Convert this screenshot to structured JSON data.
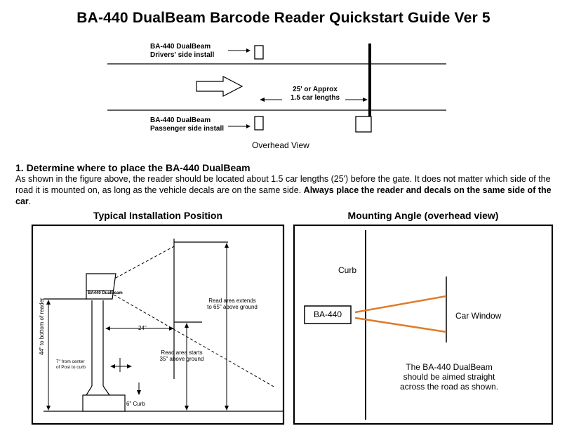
{
  "title": "BA-440 DualBeam Barcode Reader Quickstart Guide Ver 5",
  "overhead": {
    "driver_label_line1": "BA-440 DualBeam",
    "driver_label_line2": "Drivers' side install",
    "passenger_label_line1": "BA-440 DualBeam",
    "passenger_label_line2": "Passenger side install",
    "distance_line1": "25' or Approx",
    "distance_line2": "1.5 car lengths",
    "caption": "Overhead View"
  },
  "section1": {
    "heading": "1.  Determine where to place the BA-440 DualBeam",
    "text_plain": "As shown in the figure above, the reader should be located about 1.5 car lengths (25') before the gate. It does not matter which side of the road it is mounted on, as long as the vehicle decals are on the same side. ",
    "text_bold": "Always place the reader and decals on the same side of the car",
    "text_end": "."
  },
  "install_panel": {
    "title": "Typical Installation Position",
    "reader_label": "BA440 DualBeam",
    "height_label": "44\" to bottom of reader",
    "offset_label_1": "7\" from center",
    "offset_label_2": "of Post to curb",
    "distance_label": "24\"",
    "curb_label": "6\" Curb",
    "read_top_1": "Read area extends",
    "read_top_2": "to 65\" above ground",
    "read_bottom_1": "Read area starts",
    "read_bottom_2": "35\" above ground"
  },
  "angle_panel": {
    "title": "Mounting Angle (overhead view)",
    "curb_label": "Curb",
    "reader_label": "BA-440",
    "window_label": "Car Window",
    "note_1": "The BA-440 DualBeam",
    "note_2": "should be aimed straight",
    "note_3": "across the road as shown."
  },
  "colors": {
    "beam": "#e07b2a"
  }
}
